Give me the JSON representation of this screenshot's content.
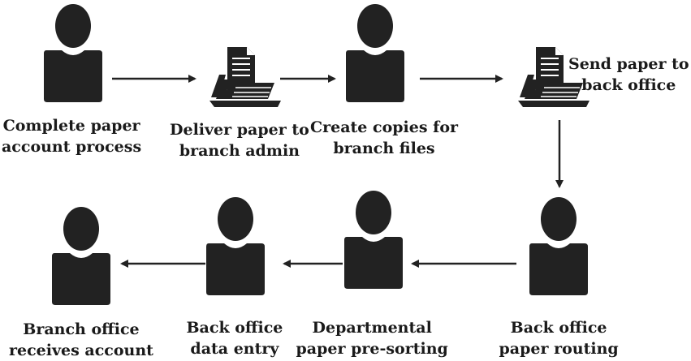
{
  "steps": [
    {
      "id": "complete",
      "icon": "person-icon",
      "lines": [
        "Complete paper",
        "account process"
      ]
    },
    {
      "id": "deliver",
      "icon": "paper-tray-icon",
      "lines": [
        "Deliver paper to",
        "branch admin"
      ]
    },
    {
      "id": "copies",
      "icon": "person-icon",
      "lines": [
        "Create copies for",
        "branch files"
      ]
    },
    {
      "id": "send",
      "icon": "paper-tray-icon",
      "lines": [
        "Send paper to",
        "back office"
      ]
    },
    {
      "id": "routing",
      "icon": "person-icon",
      "lines": [
        "Back office",
        "paper routing"
      ]
    },
    {
      "id": "presort",
      "icon": "person-icon",
      "lines": [
        "Departmental",
        "paper pre-sorting"
      ]
    },
    {
      "id": "entry",
      "icon": "person-icon",
      "lines": [
        "Back office",
        "data entry"
      ]
    },
    {
      "id": "receives",
      "icon": "person-icon",
      "lines": [
        "Branch office",
        "receives account"
      ]
    }
  ],
  "flow": [
    [
      "complete",
      "deliver"
    ],
    [
      "deliver",
      "copies"
    ],
    [
      "copies",
      "send"
    ],
    [
      "send",
      "routing"
    ],
    [
      "routing",
      "presort"
    ],
    [
      "presort",
      "entry"
    ],
    [
      "entry",
      "receives"
    ]
  ],
  "colors": {
    "icon": "#222222",
    "arrow": "#222222",
    "text": "#1a1a1a"
  }
}
